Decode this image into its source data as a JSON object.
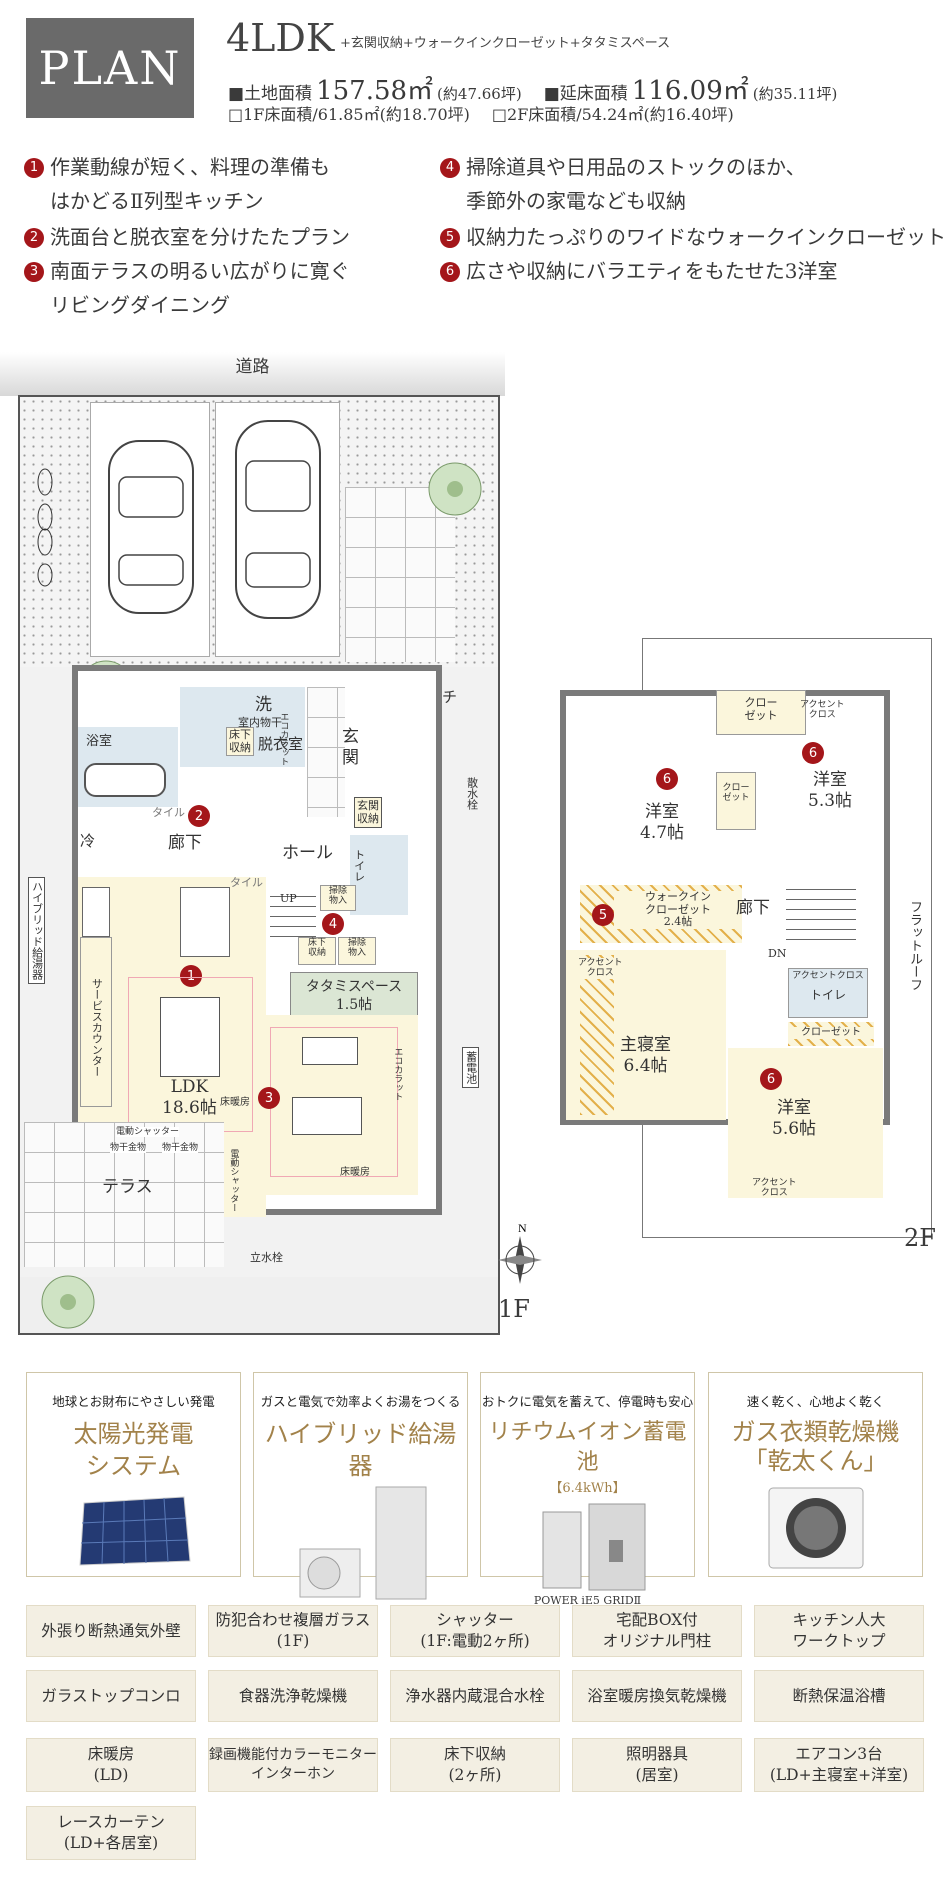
{
  "header": {
    "badge": "PLAN",
    "layout": "4LDK",
    "layout_extra": "+玄関収納+ウォークインクローゼット+タタミスペース",
    "land_label": "■土地面積",
    "land_value": "157.58㎡",
    "land_tsubo": "(約47.66坪)",
    "floor_label": "■延床面積",
    "floor_value": "116.09㎡",
    "floor_tsubo": "(約35.11坪)",
    "f1_area": "□1F床面積/61.85㎡(約18.70坪)",
    "f2_area": "□2F床面積/54.24㎡(約16.40坪)"
  },
  "features": [
    {
      "num": "1",
      "text": "作業動線が短く、料理の準備も\nはかどるⅡ列型キッチン"
    },
    {
      "num": "2",
      "text": "洗面台と脱衣室を分けたたプラン"
    },
    {
      "num": "3",
      "text": "南面テラスの明るい広がりに寛ぐ\nリビングダイニング"
    },
    {
      "num": "4",
      "text": "掃除道具や日用品のストックのほか、\n季節外の家電なども収納"
    },
    {
      "num": "5",
      "text": "収納力たっぷりのワイドなウォークインクローゼット"
    },
    {
      "num": "6",
      "text": "広さや収納にバラエティをもたせた3洋室"
    }
  ],
  "plan1f": {
    "road": "道路",
    "porch": "ポーチ",
    "entrance": "玄\n関",
    "entrance_storage": "玄関\n収納",
    "wash": "洗",
    "dressing": "脱衣室",
    "indoor_dry": "室内物干",
    "underfloor": "床下\n収納",
    "bath": "浴室",
    "fridge": "冷",
    "corridor": "廊下",
    "hall": "ホール",
    "toilet": "トイレ",
    "up": "UP",
    "storage_a": "掃除\n物入",
    "storage_b": "床下\n収納",
    "storage_c": "掃除\n物入",
    "tatami": "タタミスペース\n1.5帖",
    "ldk": "LDK\n18.6帖",
    "floor_heat": "床暖房",
    "floor_heat2": "床暖房",
    "service_counter": "サービスカウンター",
    "hybrid_heater": "ハイブリッド給湯器",
    "battery": "蓄電池",
    "terrace": "テラス",
    "shutter": "電動シャッター",
    "shutter_v": "電動シャッター",
    "laundry1": "物干金物",
    "laundry2": "物干金物",
    "faucet_post": "立水栓",
    "water_post": "散水栓",
    "eco_carat": "エコカラット",
    "eco_carat2": "エコカラット",
    "tile": "タイル",
    "tile2": "タイル",
    "floor_label": "1F"
  },
  "plan2f": {
    "wic_top": "クロー\nゼット",
    "accent1": "アクセント\nクロス",
    "room_a": "洋室\n5.3帖",
    "room_b": "洋室\n4.7帖",
    "closet_small": "クロー\nゼット",
    "walkin": "ウォークイン\nクローゼット\n2.4帖",
    "corridor": "廊下",
    "dn": "DN",
    "flat_roof": "フラットルーフ",
    "accent2": "アクセント\nクロス",
    "master": "主寝室\n6.4帖",
    "accent3": "アクセントクロス",
    "toilet": "トイレ",
    "closet2": "クローゼット",
    "room_c": "洋室\n5.6帖",
    "accent4": "アクセント\nクロス",
    "floor_label": "2F"
  },
  "equipment_cards": [
    {
      "top": "地球とお財布にやさしい発電",
      "title": "太陽光発電\nシステム",
      "sub": "",
      "caption": "",
      "icon": "solar-panel"
    },
    {
      "top": "ガスと電気で効率よくお湯をつくる",
      "title": "ハイブリッド給湯器",
      "sub": "",
      "caption": "",
      "icon": "water-heater"
    },
    {
      "top": "おトクに電気を蓄えて、停電時も安心",
      "title": "リチウムイオン蓄電池",
      "sub": "【6.4kWh】",
      "caption": "POWER iE5 GRIDⅡ",
      "icon": "battery"
    },
    {
      "top": "速く乾く、心地よく乾く",
      "title": "ガス衣類乾燥機\n「乾太くん」",
      "sub": "",
      "caption": "",
      "icon": "dryer"
    }
  ],
  "tags": [
    "外張り断熱通気外壁",
    "防犯合わせ複層ガラス\n(1F)",
    "シャッター\n(1F:電動2ヶ所)",
    "宅配BOX付\nオリジナル門柱",
    "キッチン人大\nワークトップ",
    "ガラストップコンロ",
    "食器洗浄乾燥機",
    "浄水器内蔵混合水栓",
    "浴室暖房換気乾燥機",
    "断熱保温浴槽",
    "床暖房\n(LD)",
    "録画機能付カラーモニター\nインターホン",
    "床下収納\n(2ヶ所)",
    "照明器具\n(居室)",
    "エアコン3台\n(LD+主寝室+洋室)",
    "レースカーテン\n(LD+各居室)"
  ]
}
